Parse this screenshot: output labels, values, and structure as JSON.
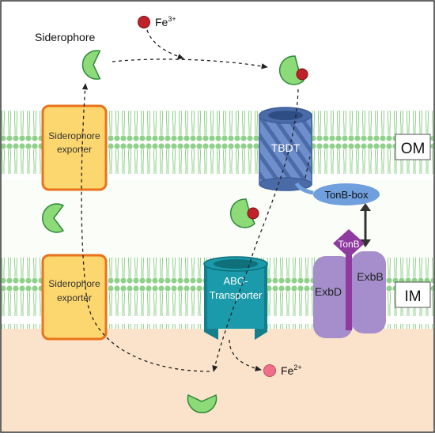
{
  "labels": {
    "siderophore": "Siderophore",
    "fe3": "Fe",
    "fe3_charge": "3+",
    "fe2": "Fe",
    "fe2_charge": "2+",
    "exporter_top_line1": "Siderophore",
    "exporter_top_line2": "exporter",
    "exporter_bottom_line1": "Siderophore",
    "exporter_bottom_line2": "exporter",
    "tbdt": "TBDT",
    "om": "OM",
    "im": "IM",
    "tonb_box": "TonB-box",
    "tonb": "TonB",
    "exbd": "ExbD",
    "exbb": "ExbB",
    "abc_line1": "ABC-",
    "abc_line2": "Transporter"
  },
  "colors": {
    "membrane_green": "#8fd18a",
    "membrane_dark": "#5fa85a",
    "periplasm": "#fafdf8",
    "cytoplasm": "#fbe3cb",
    "exporter_fill": "#fcd66e",
    "exporter_border": "#e8731c",
    "tbdt_blue": "#5b7fbf",
    "tonb_box_blue": "#6f9fdd",
    "tonb_purple": "#8e3aa0",
    "exb_purple": "#a58ecb",
    "abc_teal": "#1a9aaa",
    "siderophore_green": "#8ddb78",
    "fe3_red": "#c0222a",
    "fe2_pink": "#f0708a"
  }
}
